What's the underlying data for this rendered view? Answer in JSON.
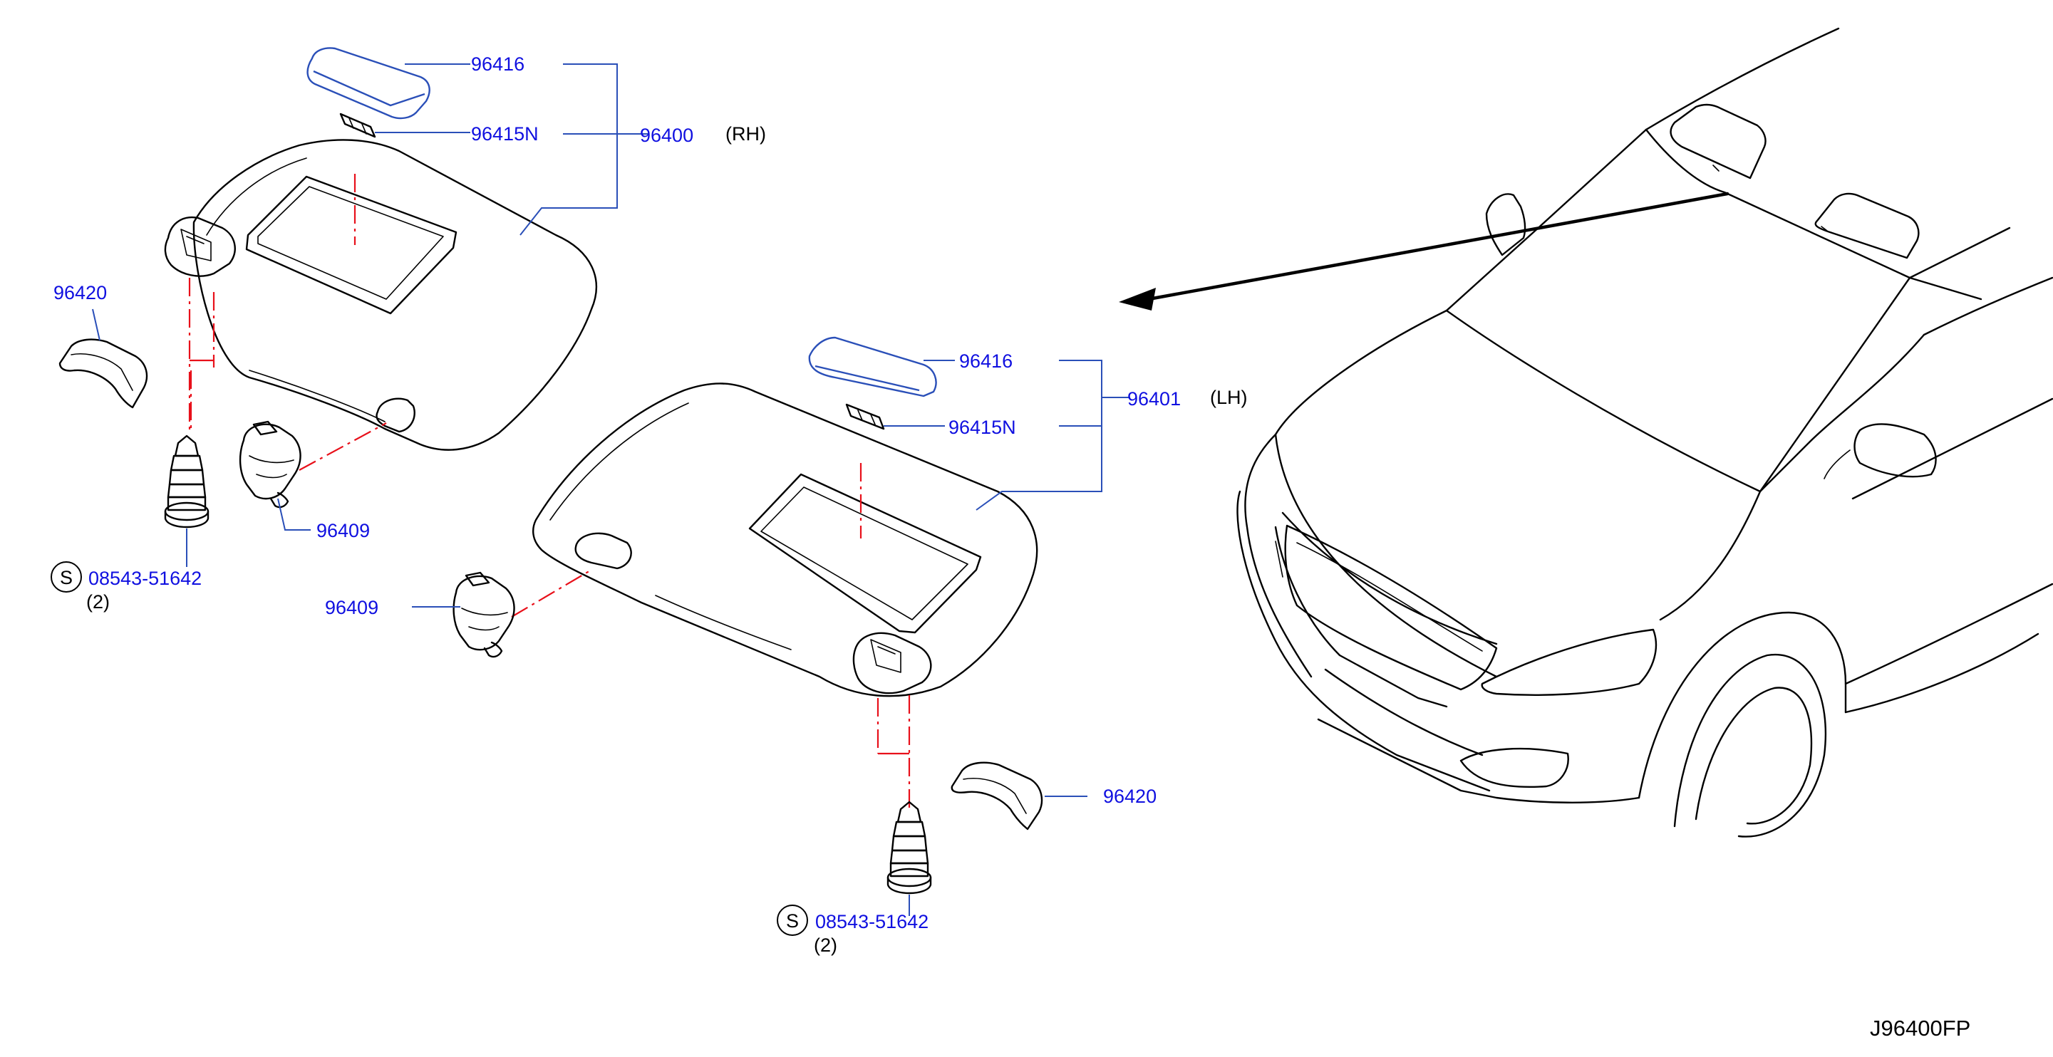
{
  "labels": {
    "rh": {
      "mirror_cover": "96416",
      "lamp_bulb": "96415N",
      "assembly": "96400",
      "side": "(RH)",
      "cover": "96420",
      "holder": "96409",
      "screw_symbol": "S",
      "screw": "08543-51642",
      "screw_qty": "(2)"
    },
    "lh": {
      "mirror_cover": "96416",
      "lamp_bulb": "96415N",
      "assembly": "96401",
      "side": "(LH)",
      "cover": "96420",
      "holder": "96409",
      "screw_symbol": "S",
      "screw": "08543-51642",
      "screw_qty": "(2)"
    }
  },
  "figure_code": "J96400FP",
  "colors": {
    "part_number_text": "#1010e0",
    "leader_line": "#2a4fb8",
    "center_line": "#e8101a",
    "outline": "#000000"
  }
}
